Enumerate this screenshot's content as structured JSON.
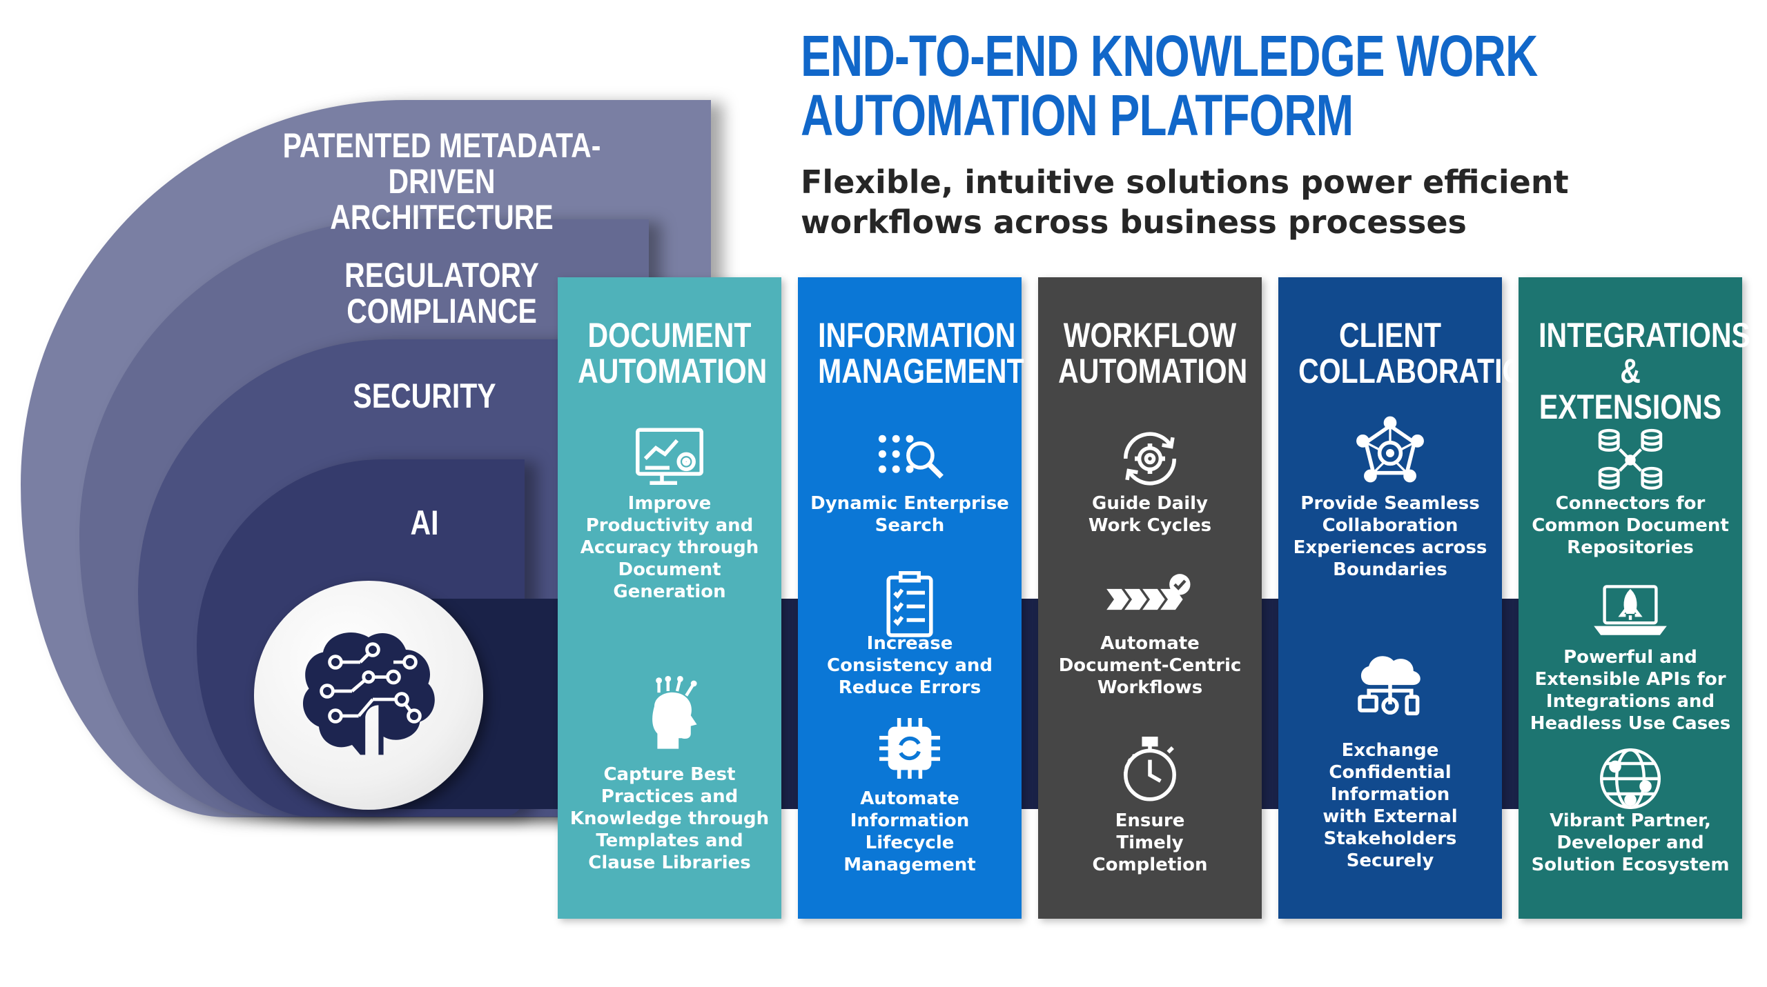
{
  "header": {
    "title_line1": "END-TO-END KNOWLEDGE WORK",
    "title_line2": "AUTOMATION PLATFORM",
    "subtitle_line1": "Flexible, intuitive solutions power efficient",
    "subtitle_line2": "workflows across business processes"
  },
  "layers": [
    {
      "line1": "PATENTED METADATA-DRIVEN",
      "line2": "ARCHITECTURE",
      "color": "#7a7fa3"
    },
    {
      "line1": "REGULATORY COMPLIANCE",
      "line2": "",
      "color": "#656a92"
    },
    {
      "line1": "SECURITY",
      "line2": "",
      "color": "#4b5180"
    },
    {
      "line1": "AI",
      "line2": "",
      "color": "#353b6c"
    }
  ],
  "center": {
    "icon": "brain-circuit-icon",
    "band_color": "#1a2248"
  },
  "columns": [
    {
      "title1": "DOCUMENT",
      "title2": "AUTOMATION",
      "color": "#4fb2ba",
      "items": [
        {
          "icon": "chart-gear-icon",
          "text": [
            "Improve",
            "Productivity and",
            "Accuracy through",
            "Document",
            "Generation"
          ]
        },
        {
          "icon": "head-circuit-icon",
          "text": [
            "Capture Best",
            "Practices and",
            "Knowledge through",
            "Templates and",
            "Clause Libraries"
          ]
        }
      ]
    },
    {
      "title1": "INFORMATION",
      "title2": "MANAGEMENT",
      "color": "#0b77d6",
      "items": [
        {
          "icon": "dots-search-icon",
          "text": [
            "Dynamic Enterprise",
            "Search"
          ]
        },
        {
          "icon": "checklist-icon",
          "text": [
            "Increase",
            "Consistency and",
            "Reduce Errors"
          ]
        },
        {
          "icon": "chip-cycle-icon",
          "text": [
            "Automate",
            "Information",
            "Lifecycle",
            "Management"
          ]
        }
      ]
    },
    {
      "title1": "WORKFLOW",
      "title2": "AUTOMATION",
      "color": "#464646",
      "items": [
        {
          "icon": "gear-cycle-icon",
          "text": [
            "Guide Daily",
            "Work Cycles"
          ]
        },
        {
          "icon": "chevrons-check-icon",
          "text": [
            "Automate",
            "Document-Centric",
            "Workflows"
          ]
        },
        {
          "icon": "stopwatch-icon",
          "text": [
            "Ensure",
            "Timely",
            "Completion"
          ]
        }
      ]
    },
    {
      "title1": "CLIENT",
      "title2": "COLLABORATION",
      "color": "#114a8e",
      "items": [
        {
          "icon": "network-people-icon",
          "text": [
            "Provide Seamless",
            "Collaboration",
            "Experiences across",
            "Boundaries"
          ]
        },
        {
          "icon": "cloud-devices-icon",
          "text": [
            "Exchange",
            "Confidential",
            "Information",
            "with External",
            "Stakeholders",
            "Securely"
          ]
        }
      ]
    },
    {
      "title1": "INTEGRATIONS",
      "title2": "& EXTENSIONS",
      "color": "#1d7571",
      "items": [
        {
          "icon": "database-connect-icon",
          "text": [
            "Connectors for",
            "Common Document",
            "Repositories"
          ]
        },
        {
          "icon": "laptop-rocket-icon",
          "text": [
            "Powerful and",
            "Extensible APIs for",
            "Integrations and",
            "Headless Use Cases"
          ]
        },
        {
          "icon": "globe-network-icon",
          "text": [
            "Vibrant Partner,",
            "Developer and",
            "Solution Ecosystem"
          ]
        }
      ]
    }
  ]
}
